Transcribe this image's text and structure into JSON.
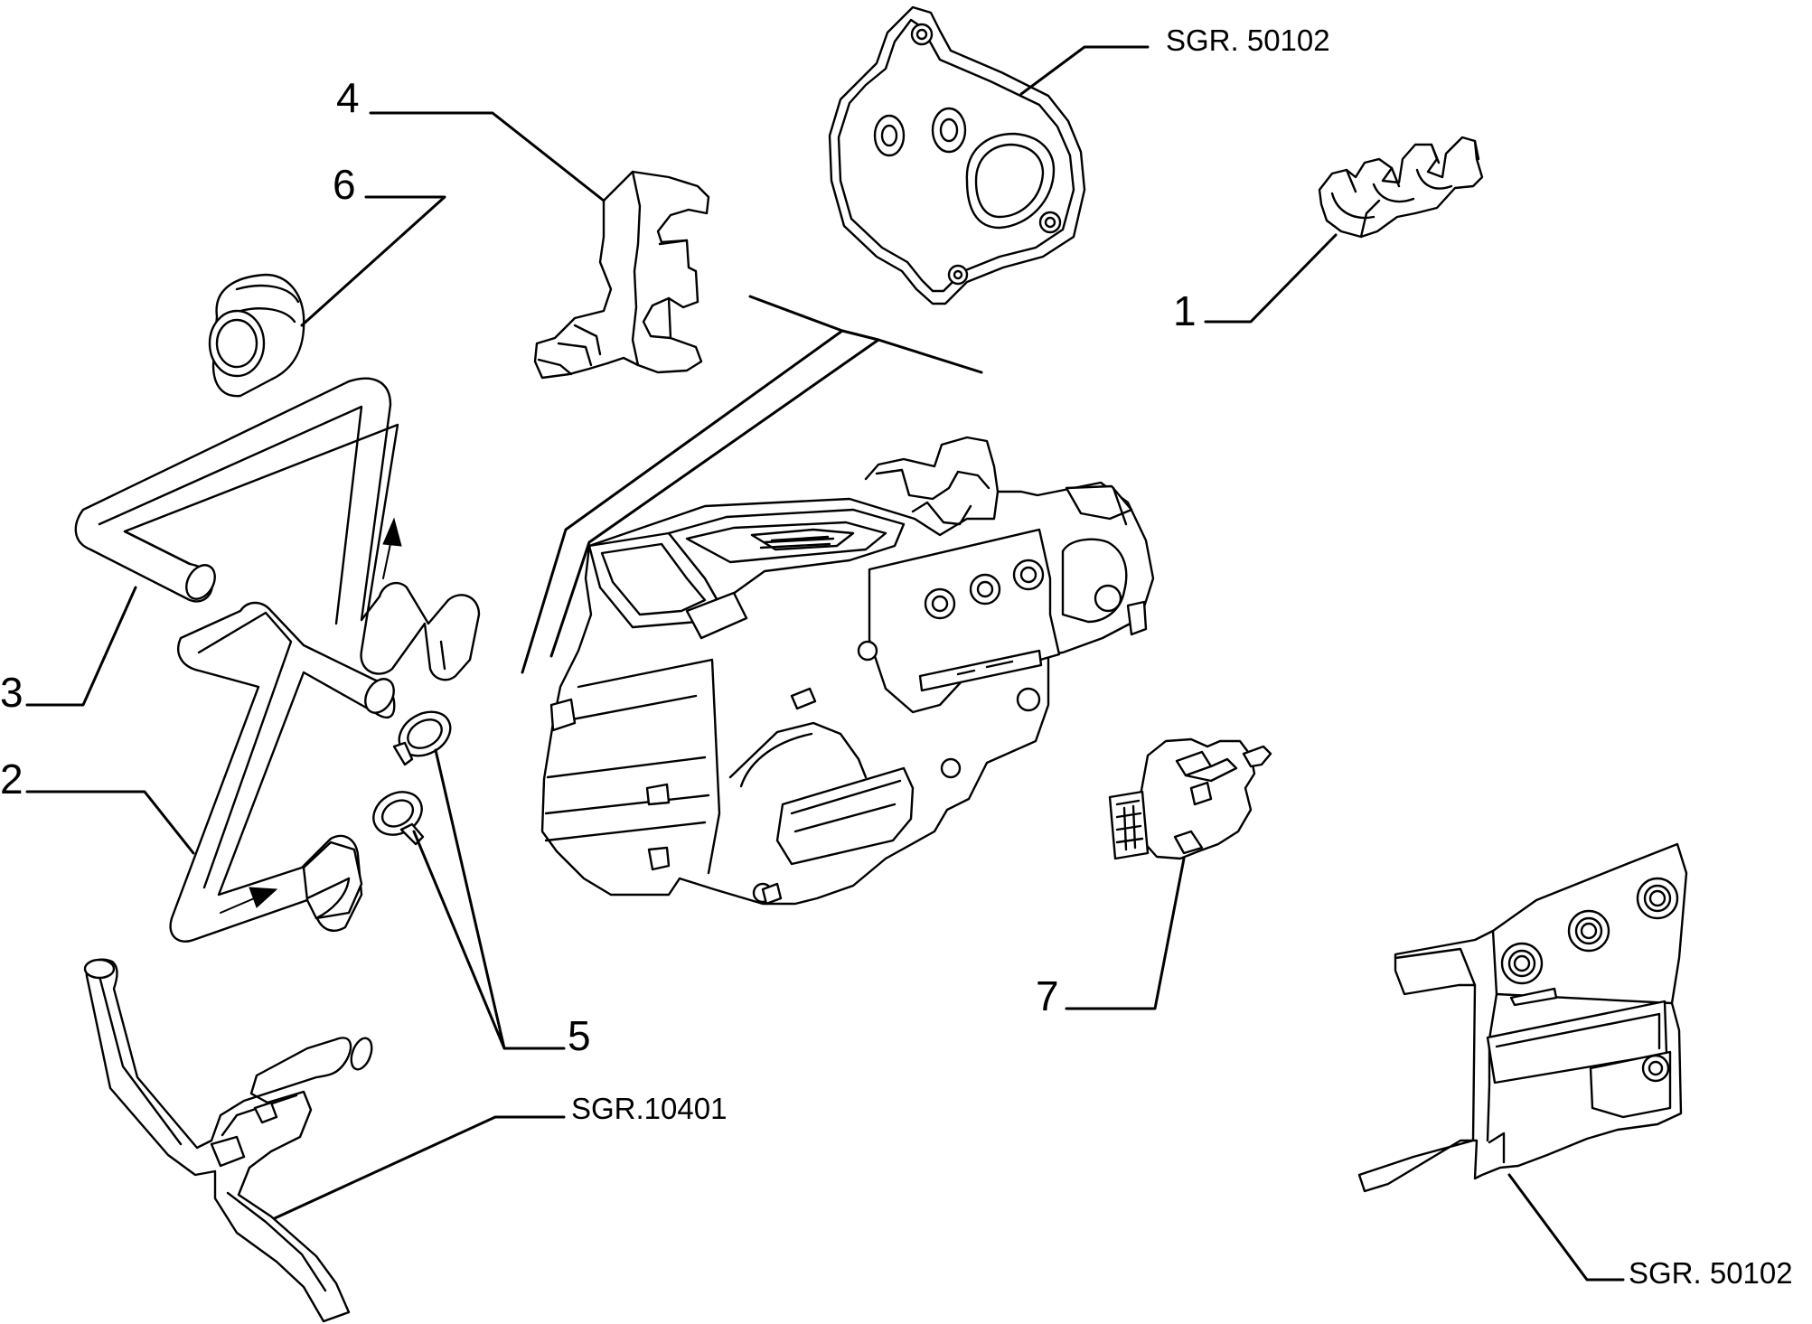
{
  "diagram": {
    "callouts": {
      "part_1": "1",
      "part_2": "2",
      "part_3": "3",
      "part_4": "4",
      "part_5": "5",
      "part_6": "6",
      "part_7": "7"
    },
    "references": {
      "ref_top_gasket": "SGR. 50102",
      "ref_hose_assembly": "SGR.10401",
      "ref_dash_panel": "SGR. 50102"
    }
  }
}
